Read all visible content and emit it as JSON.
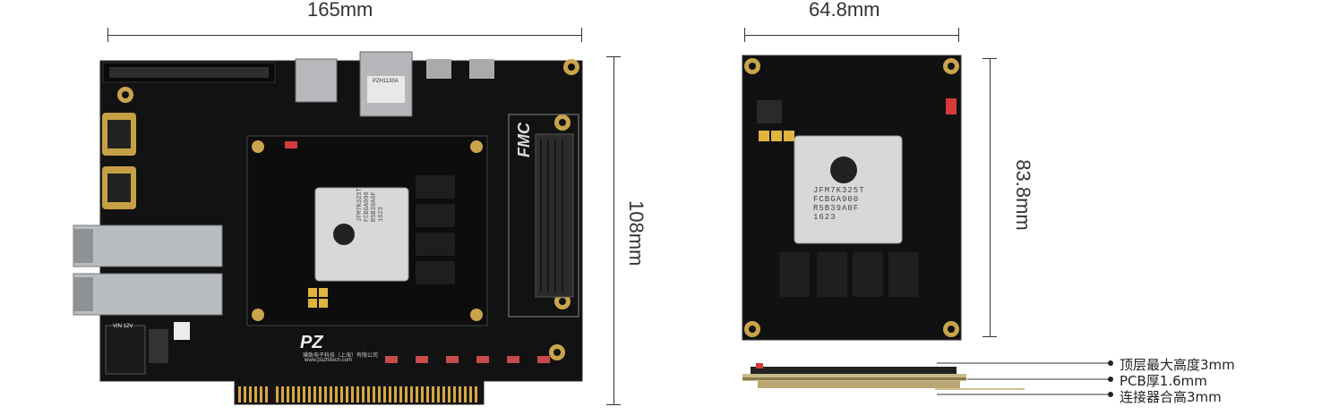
{
  "dimensions": {
    "main_width": "165mm",
    "main_height": "108mm",
    "module_width": "64.8mm",
    "module_height": "83.8mm"
  },
  "side_view": {
    "annotations": [
      "顶层最大高度3mm",
      "PCB厚1.6mm",
      "连接器合高3mm"
    ]
  },
  "board": {
    "fmc_label": "FMC",
    "chip_main": [
      "JFM7K325T",
      "FCBGA900",
      "R5B39A0F",
      "1623"
    ],
    "module_chip": [
      "JFM7K325T",
      "FCBGA900",
      "R5B39A0F",
      "1623"
    ],
    "website": "www.puzhitech.com",
    "company": "璞致电子科技（上海）有限公司",
    "brand": "PZ",
    "rj45_model": "PZH1130A",
    "vin_label": "VIN 12V"
  }
}
